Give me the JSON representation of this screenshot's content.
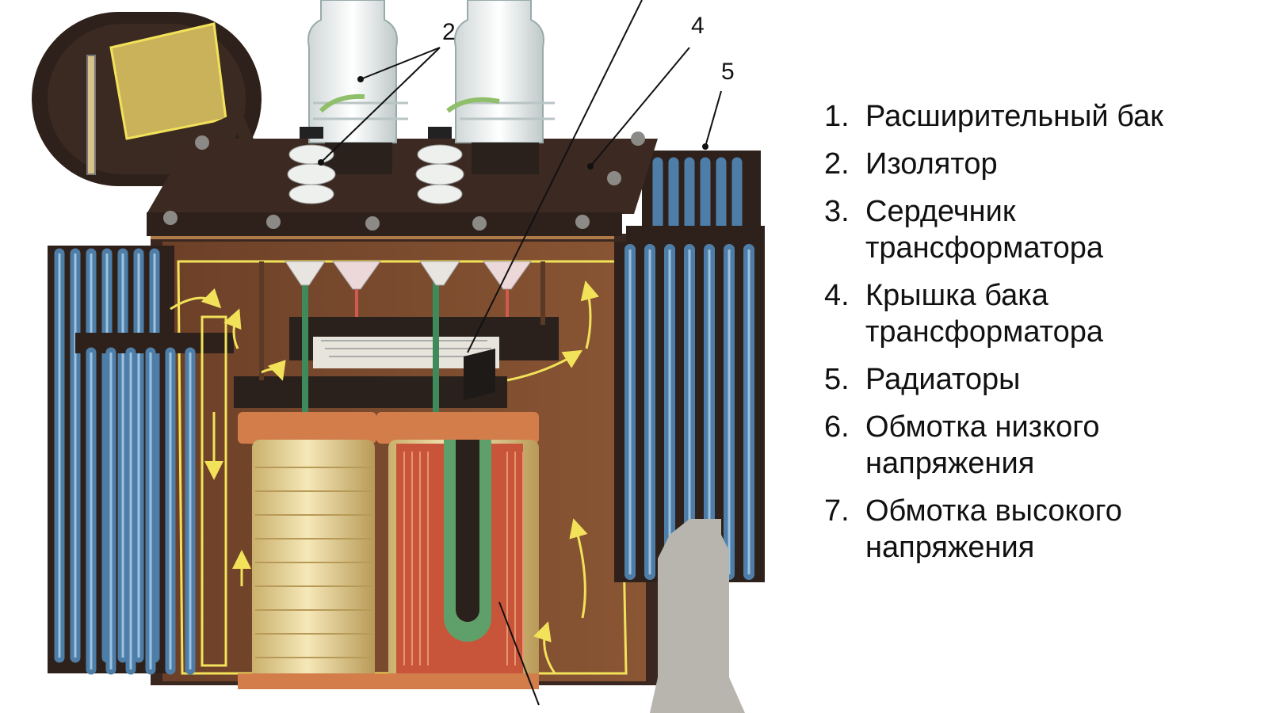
{
  "colors": {
    "tank_wall": "#7a4a2c",
    "tank_frame": "#3a2820",
    "radiator_blue": "#4e7ea8",
    "coil_cream": "#f0dfa6",
    "hv_coil_red": "#c8553a",
    "lv_coil_green": "#5fa06a",
    "insulator_white": "#eef0ee",
    "oil_yellow": "#c9b25a",
    "flow_arrow": "#f2e25a"
  },
  "callouts": [
    "2",
    "4",
    "5"
  ],
  "legend": [
    {
      "num": "1.",
      "lines": [
        "Расширительный бак"
      ]
    },
    {
      "num": "2.",
      "lines": [
        "Изолятор"
      ]
    },
    {
      "num": "3.",
      "lines": [
        "Сердечник",
        "трансформатора"
      ]
    },
    {
      "num": "4.",
      "lines": [
        "Крышка бака",
        "трансформатора"
      ]
    },
    {
      "num": "5.",
      "lines": [
        "Радиаторы"
      ]
    },
    {
      "num": "6.",
      "lines": [
        "Обмотка низкого",
        "напряжения"
      ]
    },
    {
      "num": "7.",
      "lines": [
        "Обмотка высокого",
        "напряжения"
      ]
    }
  ]
}
